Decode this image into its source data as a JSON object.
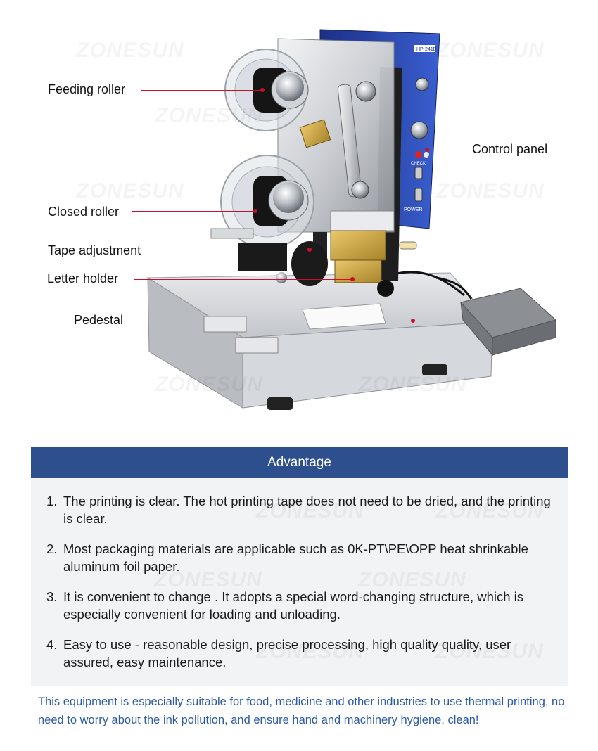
{
  "brand_watermark": "ZONESUN",
  "panel": {
    "model": "HP-241B",
    "power_label": "POWER",
    "check_label": "CHECK"
  },
  "callouts": {
    "feeding_roller": "Feeding roller",
    "control_panel": "Control panel",
    "closed_roller": "Closed roller",
    "tape_adjustment": "Tape adjustment",
    "letter_holder": "Letter holder",
    "pedestal": "Pedestal"
  },
  "advantage": {
    "title": "Advantage",
    "items": [
      {
        "num": "1.",
        "text": "The printing is clear. The hot printing tape does not need to be dried, and the printing is clear."
      },
      {
        "num": "2.",
        "text": "Most packaging materials are applicable such as 0K-PT\\PE\\OPP heat shrinkable aluminum foil paper."
      },
      {
        "num": "3.",
        "text": "It is convenient to change . It adopts a special word-changing structure, which is especially convenient for loading and unloading."
      },
      {
        "num": "4.",
        "text": "Easy to use - reasonable design, precise processing, high quality quality, user assured, easy maintenance."
      }
    ]
  },
  "footer_note": "This equipment is especially suitable for food, medicine and other industries to use thermal printing, no need to worry about the ink pollution, and ensure hand and machinery hygiene, clean!",
  "colors": {
    "header_bg": "#2d4f8e",
    "body_bg": "#f2f3f5",
    "footer_text": "#2a5aa8",
    "leader_line": "#c8102e",
    "panel_blue": "#2040a8"
  }
}
